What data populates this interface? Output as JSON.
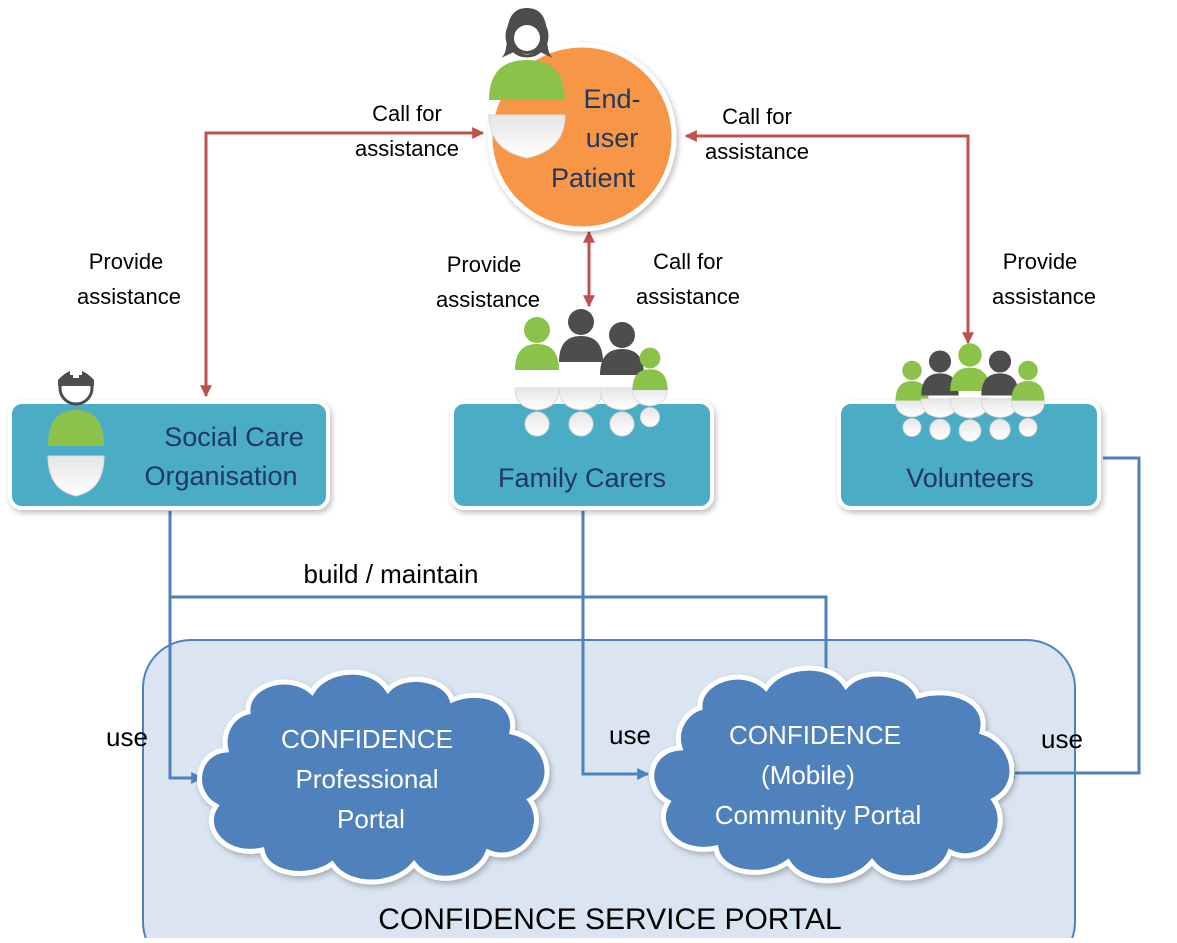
{
  "nodes": {
    "patient": {
      "line1": "End-",
      "line2": "user",
      "line3": "Patient",
      "color": "#f79646"
    },
    "social_care": {
      "line1": "Social Care",
      "line2": "Organisation"
    },
    "family": {
      "label": "Family Carers"
    },
    "volunteers": {
      "label": "Volunteers"
    },
    "professional_portal": {
      "line1": "CONFIDENCE",
      "line2": "Professional",
      "line3": "Portal"
    },
    "community_portal": {
      "line1": "CONFIDENCE",
      "line2": "(Mobile)",
      "line3": "Community  Portal"
    },
    "service_portal": {
      "label": "CONFIDENCE SERVICE PORTAL"
    }
  },
  "edges": {
    "left_call": {
      "line1": "Call for",
      "line2": "assistance"
    },
    "left_provide": {
      "line1": "Provide",
      "line2": "assistance"
    },
    "mid_provide": {
      "line1": "Provide",
      "line2": "assistance"
    },
    "mid_call": {
      "line1": "Call for",
      "line2": "assistance"
    },
    "right_call": {
      "line1": "Call for",
      "line2": "assistance"
    },
    "right_provide": {
      "line1": "Provide",
      "line2": "assistance"
    },
    "build": {
      "label": "build / maintain"
    },
    "use_left": {
      "label": "use"
    },
    "use_mid": {
      "label": "use"
    },
    "use_right": {
      "label": "use"
    }
  },
  "colors": {
    "box": "#4bacc6",
    "box_text": "#1f3864",
    "cloud": "#4f81bd",
    "portal_bg": "#dbe5f1",
    "red_arrow": "#c0504d",
    "blue_arrow": "#4f81bd",
    "person_green": "#8bc34a",
    "person_dark": "#4d4d4d"
  }
}
